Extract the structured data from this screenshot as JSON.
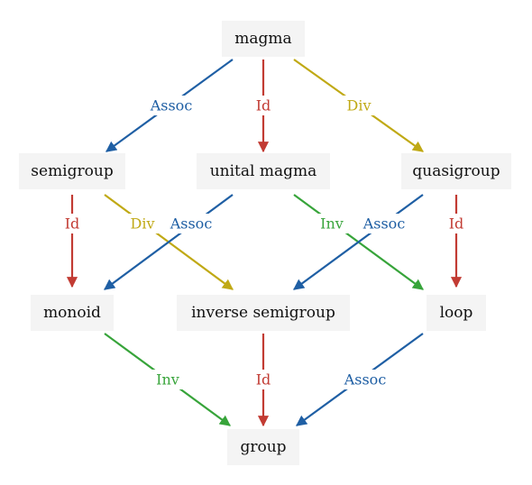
{
  "colors": {
    "Assoc": "#1f5fa4",
    "Id": "#c23b33",
    "Div": "#c0a915",
    "Inv": "#37a43a"
  },
  "nodes": {
    "magma": "magma",
    "semigroup": "semigroup",
    "unital_magma": "unital magma",
    "quasigroup": "quasigroup",
    "monoid": "monoid",
    "inverse_semigroup": "inverse semigroup",
    "loop": "loop",
    "group": "group"
  },
  "edges": [
    {
      "from": "magma",
      "to": "semigroup",
      "label": "Assoc"
    },
    {
      "from": "magma",
      "to": "unital_magma",
      "label": "Id"
    },
    {
      "from": "magma",
      "to": "quasigroup",
      "label": "Div"
    },
    {
      "from": "semigroup",
      "to": "monoid",
      "label": "Id"
    },
    {
      "from": "semigroup",
      "to": "inverse_semigroup",
      "label": "Div"
    },
    {
      "from": "unital_magma",
      "to": "monoid",
      "label": "Assoc"
    },
    {
      "from": "unital_magma",
      "to": "loop",
      "label": "Inv"
    },
    {
      "from": "quasigroup",
      "to": "inverse_semigroup",
      "label": "Assoc"
    },
    {
      "from": "quasigroup",
      "to": "loop",
      "label": "Id"
    },
    {
      "from": "monoid",
      "to": "group",
      "label": "Inv"
    },
    {
      "from": "inverse_semigroup",
      "to": "group",
      "label": "Id"
    },
    {
      "from": "loop",
      "to": "group",
      "label": "Assoc"
    }
  ]
}
